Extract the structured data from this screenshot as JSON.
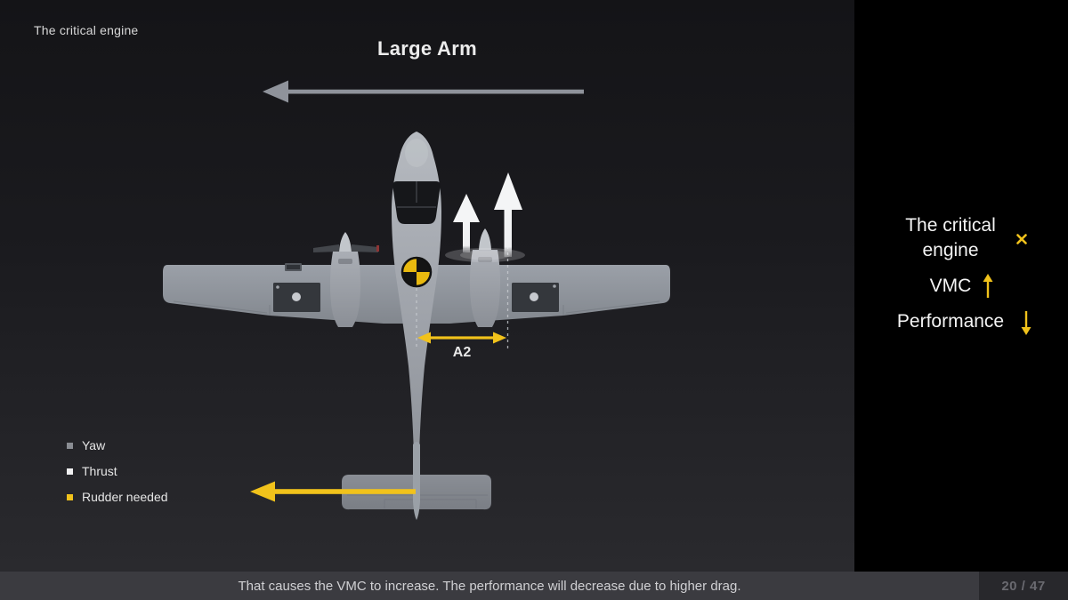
{
  "slide": {
    "title": "The critical engine",
    "diagram": {
      "top_label": "Large Arm",
      "arm_label": "A2",
      "arrows": {
        "large_arm_direction": "left",
        "thrust_arrows_direction": "up",
        "rudder_direction": "left"
      }
    },
    "legend": [
      {
        "label": "Yaw",
        "color": "#8a8d93"
      },
      {
        "label": "Thrust",
        "color": "#f0f0f1"
      },
      {
        "label": "Rudder needed",
        "color": "#f1c21b"
      }
    ]
  },
  "sidebar": {
    "items": [
      {
        "label": "The critical engine",
        "icon": "x-mark"
      },
      {
        "label": "VMC",
        "icon": "arrow-up"
      },
      {
        "label": "Performance",
        "icon": "arrow-down"
      }
    ],
    "accent_color": "#f1c21b"
  },
  "footer": {
    "caption": "That causes the VMC to increase. The performance will decrease due to higher drag.",
    "page_indicator": "20 / 47"
  },
  "colors": {
    "main_background_top": "#141417",
    "main_background_bottom": "#2a2a2e",
    "sidebar_background": "#000000",
    "caption_bar": "#3b3b40",
    "page_section": "#28282c",
    "accent_yellow": "#f1c21b",
    "yaw_arrow_gray": "#8f939b",
    "thrust_arrow_white": "#f4f5f6"
  }
}
